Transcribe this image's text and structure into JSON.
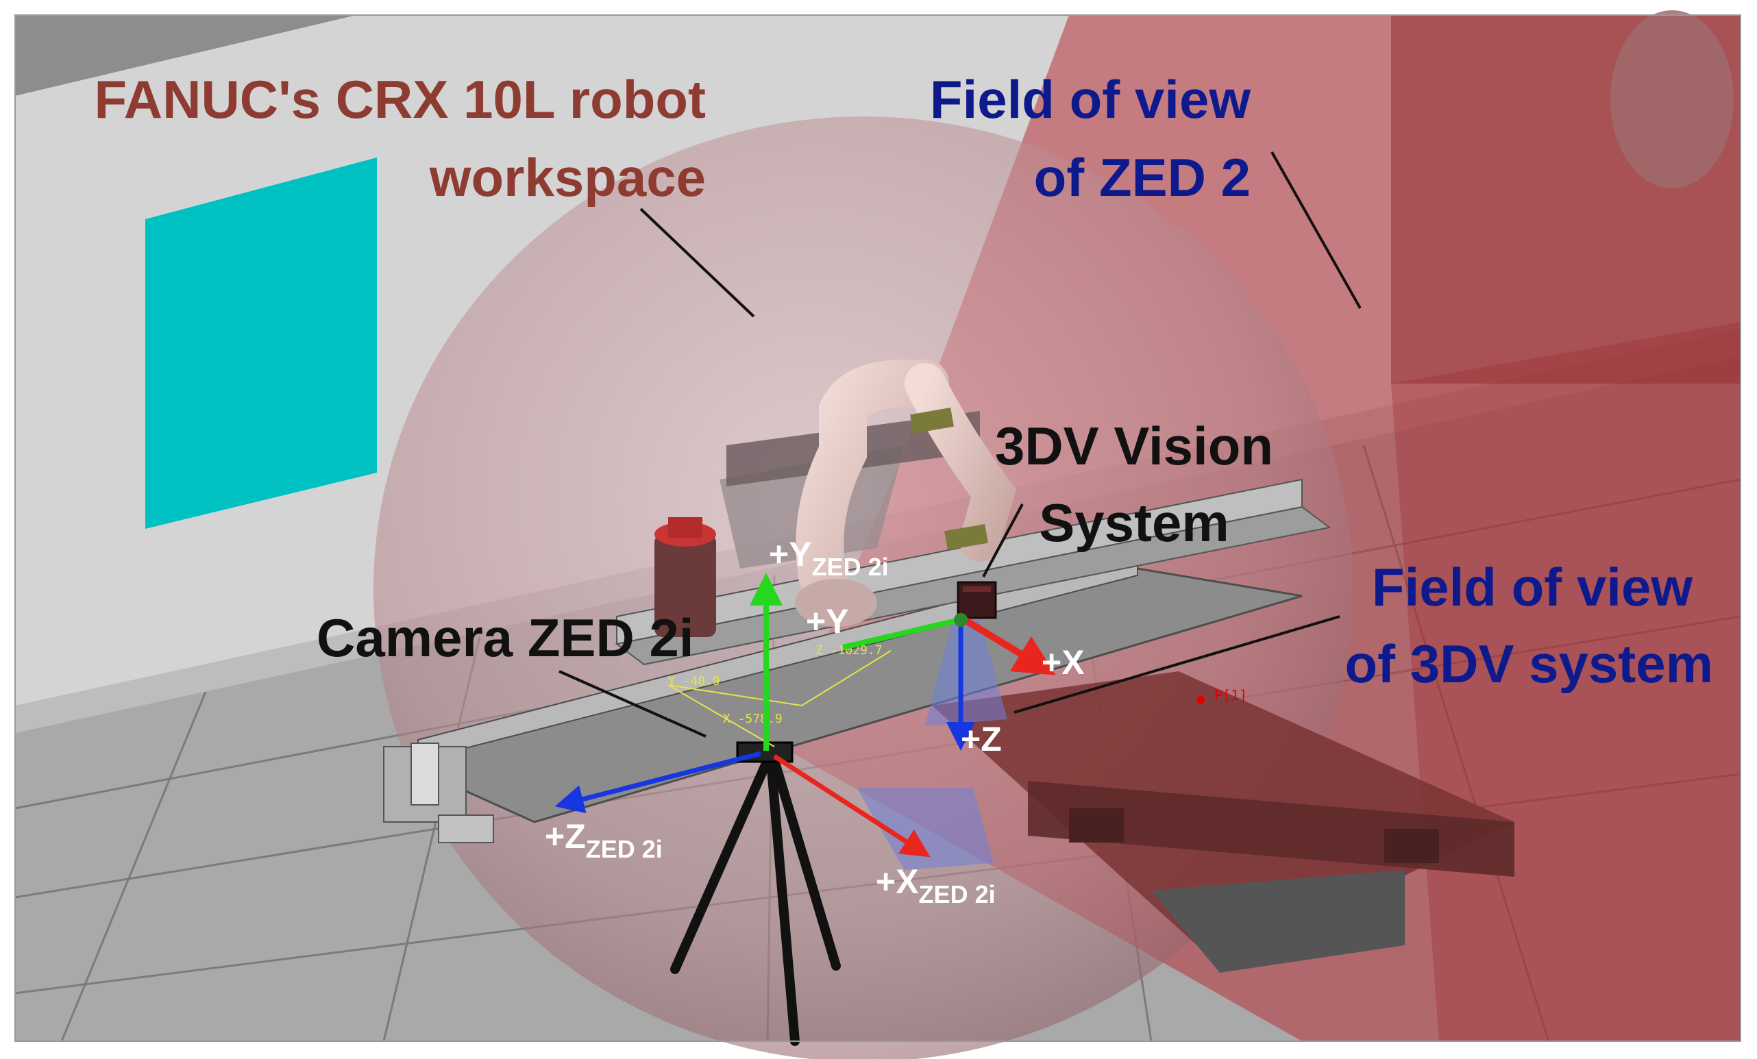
{
  "colors": {
    "workspace_label": "#8e3b32",
    "fov_label": "#0e1a8c",
    "system_label": "#111111",
    "axis_x": "#e8261e",
    "axis_y": "#27d61f",
    "axis_z": "#1536e0",
    "teal_panel": "#00c1c1",
    "fov_volume": "#b8333a",
    "sphere": "#c79a9f"
  },
  "labels": {
    "workspace_line1": "FANUC's CRX 10L robot",
    "workspace_line2": "workspace",
    "fov_zed2_line1": "Field of view",
    "fov_zed2_line2": "of ZED 2",
    "vision_line1": "3DV Vision",
    "vision_line2": "System",
    "fov_3dv_line1": "Field of view",
    "fov_3dv_line2": "of 3DV system",
    "camera": "Camera ZED 2i"
  },
  "axes": {
    "zed2i_y_main": "+Y",
    "zed2i_y_sub": "ZED 2i",
    "zed2i_z_main": "+Z",
    "zed2i_z_sub": "ZED 2i",
    "zed2i_x_main": "+X",
    "zed2i_x_sub": "ZED 2i",
    "vision_y": "+Y",
    "vision_x": "+X",
    "vision_z": "+Z"
  },
  "readouts": {
    "z_value": "Z -1029.7",
    "y_value": "Y -40.9",
    "x_value": "X -578.9",
    "point_label": "P[1]"
  },
  "icons": {
    "tripod": "tripod-icon",
    "camera": "camera-icon",
    "vision_sensor": "vision-sensor-icon",
    "robot_arm": "robot-arm-icon"
  }
}
